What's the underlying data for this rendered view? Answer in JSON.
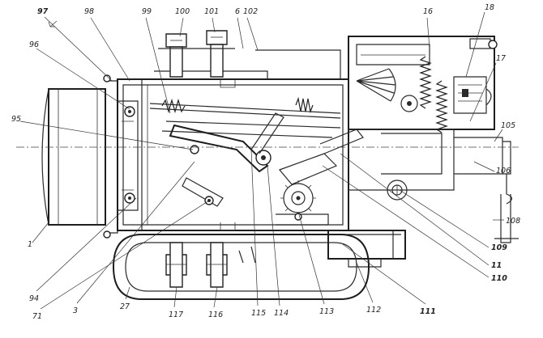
{
  "labels": [
    {
      "key": "97",
      "text": "97",
      "bold": true
    },
    {
      "key": "98",
      "text": "98"
    },
    {
      "key": "99",
      "text": "99"
    },
    {
      "key": "100",
      "text": "100"
    },
    {
      "key": "101",
      "text": "101"
    },
    {
      "key": "6",
      "text": "6"
    },
    {
      "key": "102",
      "text": "102"
    },
    {
      "key": "16",
      "text": "16"
    },
    {
      "key": "18",
      "text": "18"
    },
    {
      "key": "17",
      "text": "17"
    },
    {
      "key": "96",
      "text": "96"
    },
    {
      "key": "95",
      "text": "95"
    },
    {
      "key": "105",
      "text": "105"
    },
    {
      "key": "106",
      "text": "106"
    },
    {
      "key": "108",
      "text": "108"
    },
    {
      "key": "109",
      "text": "109",
      "bold": true
    },
    {
      "key": "11",
      "text": "11",
      "bold": true
    },
    {
      "key": "110",
      "text": "110",
      "bold": true
    },
    {
      "key": "111",
      "text": "111",
      "bold": true
    },
    {
      "key": "112",
      "text": "112"
    },
    {
      "key": "113",
      "text": "113"
    },
    {
      "key": "114",
      "text": "114"
    },
    {
      "key": "115",
      "text": "115"
    },
    {
      "key": "116",
      "text": "116"
    },
    {
      "key": "117",
      "text": "117"
    },
    {
      "key": "27",
      "text": "27"
    },
    {
      "key": "3",
      "text": "3"
    },
    {
      "key": "71",
      "text": "71"
    },
    {
      "key": "94",
      "text": "94"
    },
    {
      "key": "1",
      "text": "1"
    }
  ]
}
